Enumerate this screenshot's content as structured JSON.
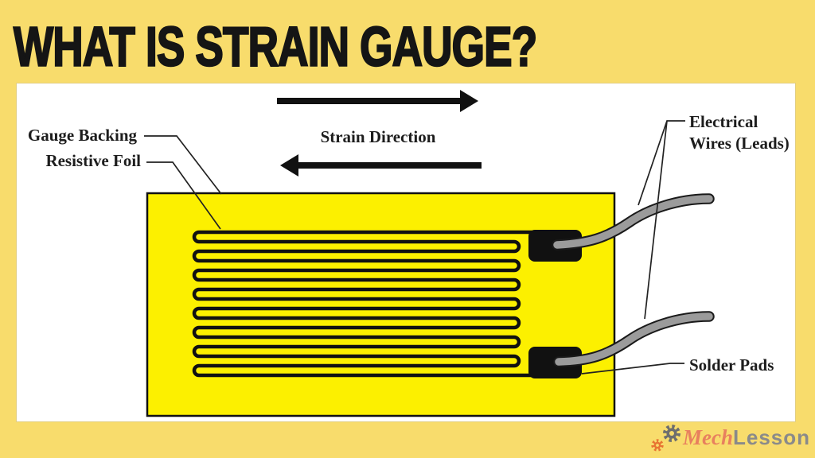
{
  "header": {
    "title": "WHAT IS STRAIN GAUGE?"
  },
  "diagram": {
    "strain_direction_label": "Strain Direction",
    "labels": {
      "gauge_backing": "Gauge Backing",
      "resistive_foil": "Resistive Foil",
      "electrical_wires_line1": "Electrical",
      "electrical_wires_line2": "Wires (Leads)",
      "solder_pads": "Solder Pads"
    },
    "colors": {
      "page_background": "#F8DC6C",
      "panel_background": "#FFFFFF",
      "gauge_backing_fill": "#FCF000",
      "foil_and_pads": "#111111",
      "wire_gray": "#9B9B9B",
      "arrow_black": "#111111"
    }
  },
  "footer": {
    "brand_part1": "Mech",
    "brand_part2": "Lesson",
    "brand_colors": {
      "mech_text": "#E8805E",
      "lesson_text": "#8A8A8A",
      "gear_large": "#6E6E6E",
      "gear_small": "#E87532"
    }
  }
}
